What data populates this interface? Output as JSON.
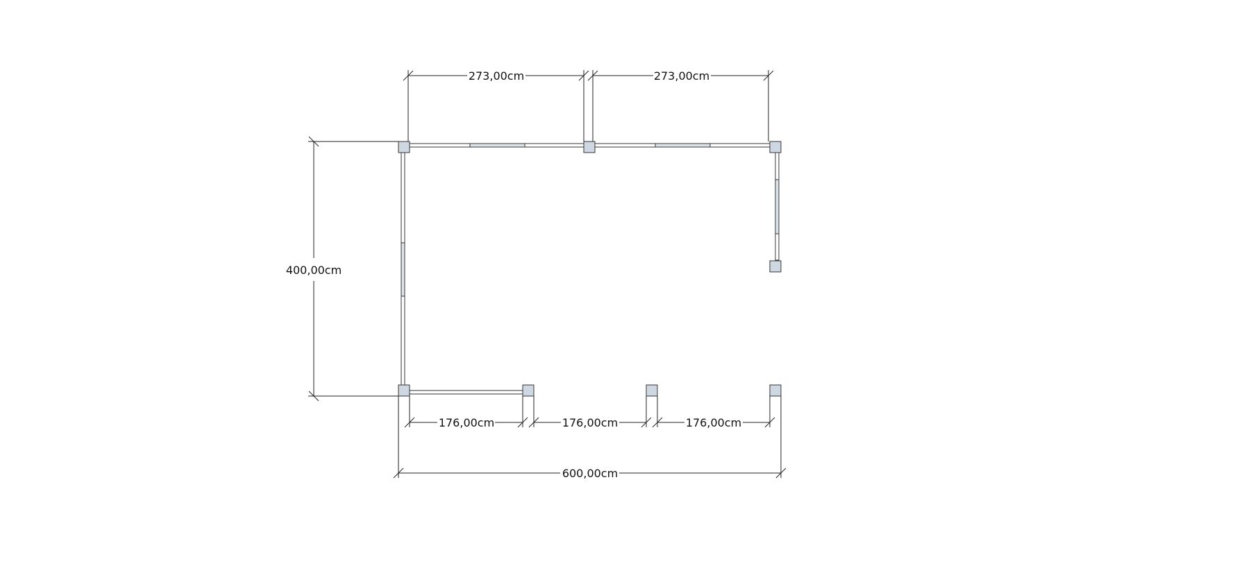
{
  "dimensions": {
    "top_left": "273,00cm",
    "top_right": "273,00cm",
    "left": "400,00cm",
    "bottom_1": "176,00cm",
    "bottom_2": "176,00cm",
    "bottom_3": "176,00cm",
    "bottom_total": "600,00cm"
  },
  "colors": {
    "post_fill": "#cfd8e2",
    "line": "#222222",
    "background": "#ffffff"
  }
}
